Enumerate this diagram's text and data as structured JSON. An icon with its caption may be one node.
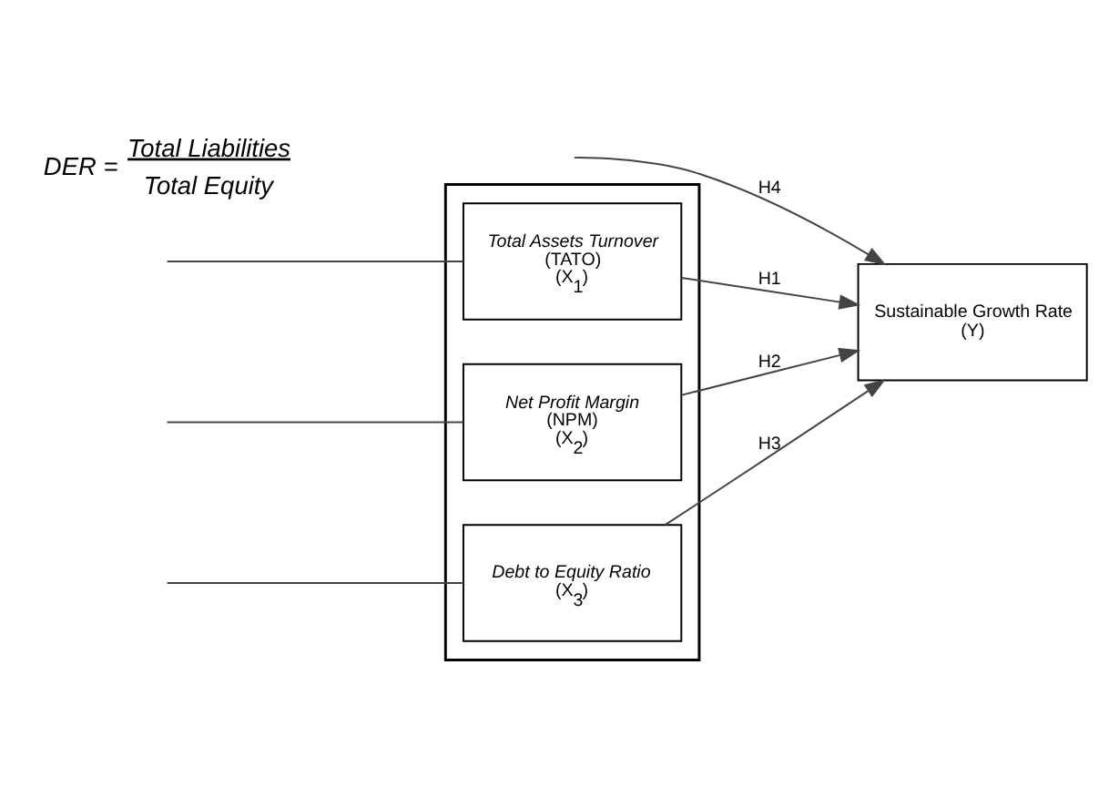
{
  "diagram": {
    "nodes": [
      {
        "text": [],
        "shape": "box"
      },
      {
        "text": [
          "Total Assets Turnover",
          "(TATO)",
          "(X$_{1}$)"
        ],
        "in": 0
      },
      {
        "text": [
          "Net Profit Margin",
          "(NPM)",
          "(X$_{2}$)"
        ],
        "in": 0
      },
      {
        "text": [
          "Debt to Equity Ratio",
          "(X$_{3}$)"
        ],
        "in": 0
      },
      {
        "text": [
          "Sustainable Growth Rate",
          "(Y)"
        ]
      }
    ],
    "edges": [
      {
        "from": null,
        "to": 1,
        "arrow": "none"
      },
      {
        "from": null,
        "to": 2,
        "arrow": "none"
      },
      {
        "from": null,
        "to": 3,
        "arrow": "none"
      },
      {
        "from": 1,
        "to": 4,
        "arrow": "to",
        "label": "H1"
      },
      {
        "from": 2,
        "to": 4,
        "arrow": "to",
        "label": "H2"
      },
      {
        "from": 3,
        "to": 4,
        "arrow": "to",
        "label": "H3"
      },
      {
        "from": null,
        "to": 4,
        "arrow": "to",
        "label": "H4"
      }
    ],
    "labels": [
      "DER =",
      "Total Liabilities",
      "Total Equity"
    ]
  }
}
